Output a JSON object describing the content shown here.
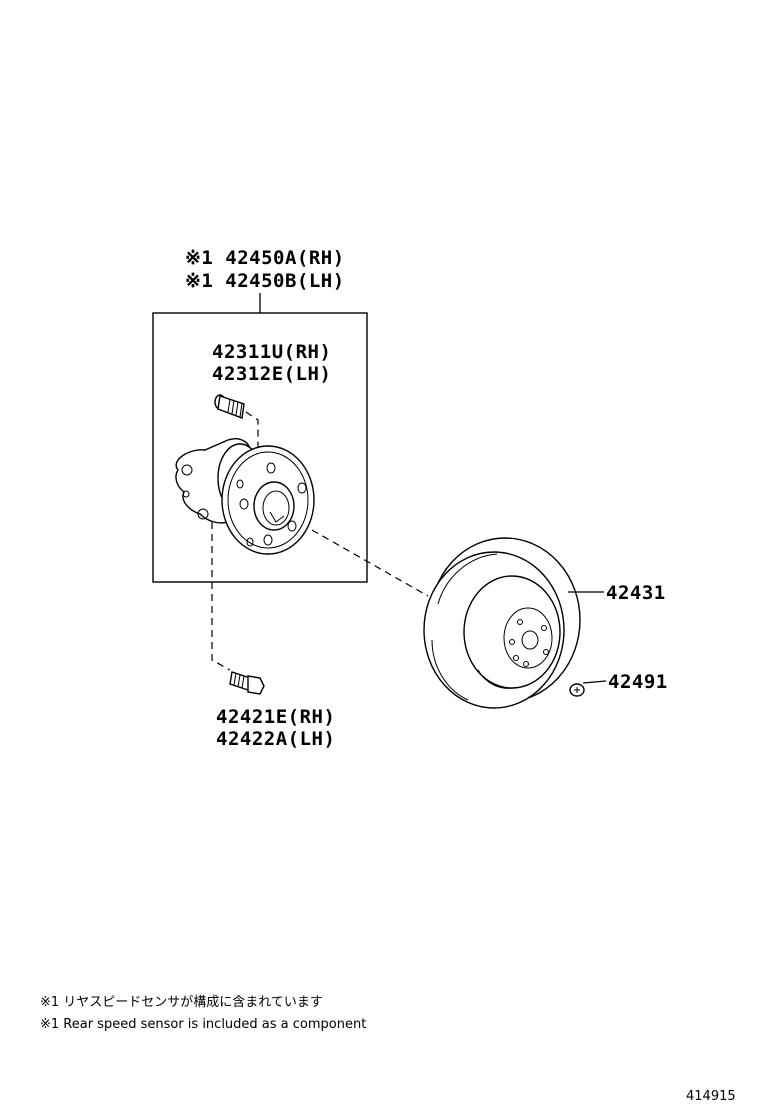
{
  "labels": {
    "hub_assy_rh": "※1 42450A(RH)",
    "hub_assy_lh": "※1 42450B(LH)",
    "hub_bolt_rh": "42311U(RH)",
    "hub_bolt_lh": "42312E(LH)",
    "disc": "42431",
    "disc_screw": "42491",
    "hub_mount_bolt_rh": "42421E(RH)",
    "hub_mount_bolt_lh": "42422A(LH)"
  },
  "notes": {
    "line1": "※1 リヤスピードセンサが構成に含まれています",
    "line2": "※1 Rear speed sensor is included as a component"
  },
  "illustration_id": "414915"
}
